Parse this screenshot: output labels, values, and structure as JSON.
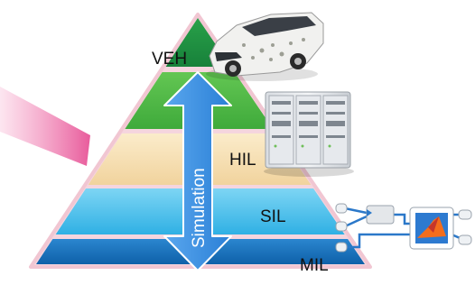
{
  "diagram": {
    "levels": [
      {
        "id": "veh",
        "label": "VEH"
      },
      {
        "id": "veh-green",
        "label": ""
      },
      {
        "id": "hil",
        "label": "HIL"
      },
      {
        "id": "sil",
        "label": "SIL"
      },
      {
        "id": "mil",
        "label": "MIL"
      }
    ],
    "arrow_label": "Simulation",
    "colors": {
      "veh": "#1f8f3a",
      "green": "#4fb848",
      "hil": "#f6dfb2",
      "sil": "#4fc0ea",
      "mil": "#1472bd",
      "outline": "#f1c6d2",
      "arrow": "#3a8ee0",
      "pink_pointer": "#e8488f"
    },
    "icons": [
      "car-icon",
      "server-rack-icon",
      "block-diagram-icon",
      "matlab-logo-icon"
    ]
  }
}
